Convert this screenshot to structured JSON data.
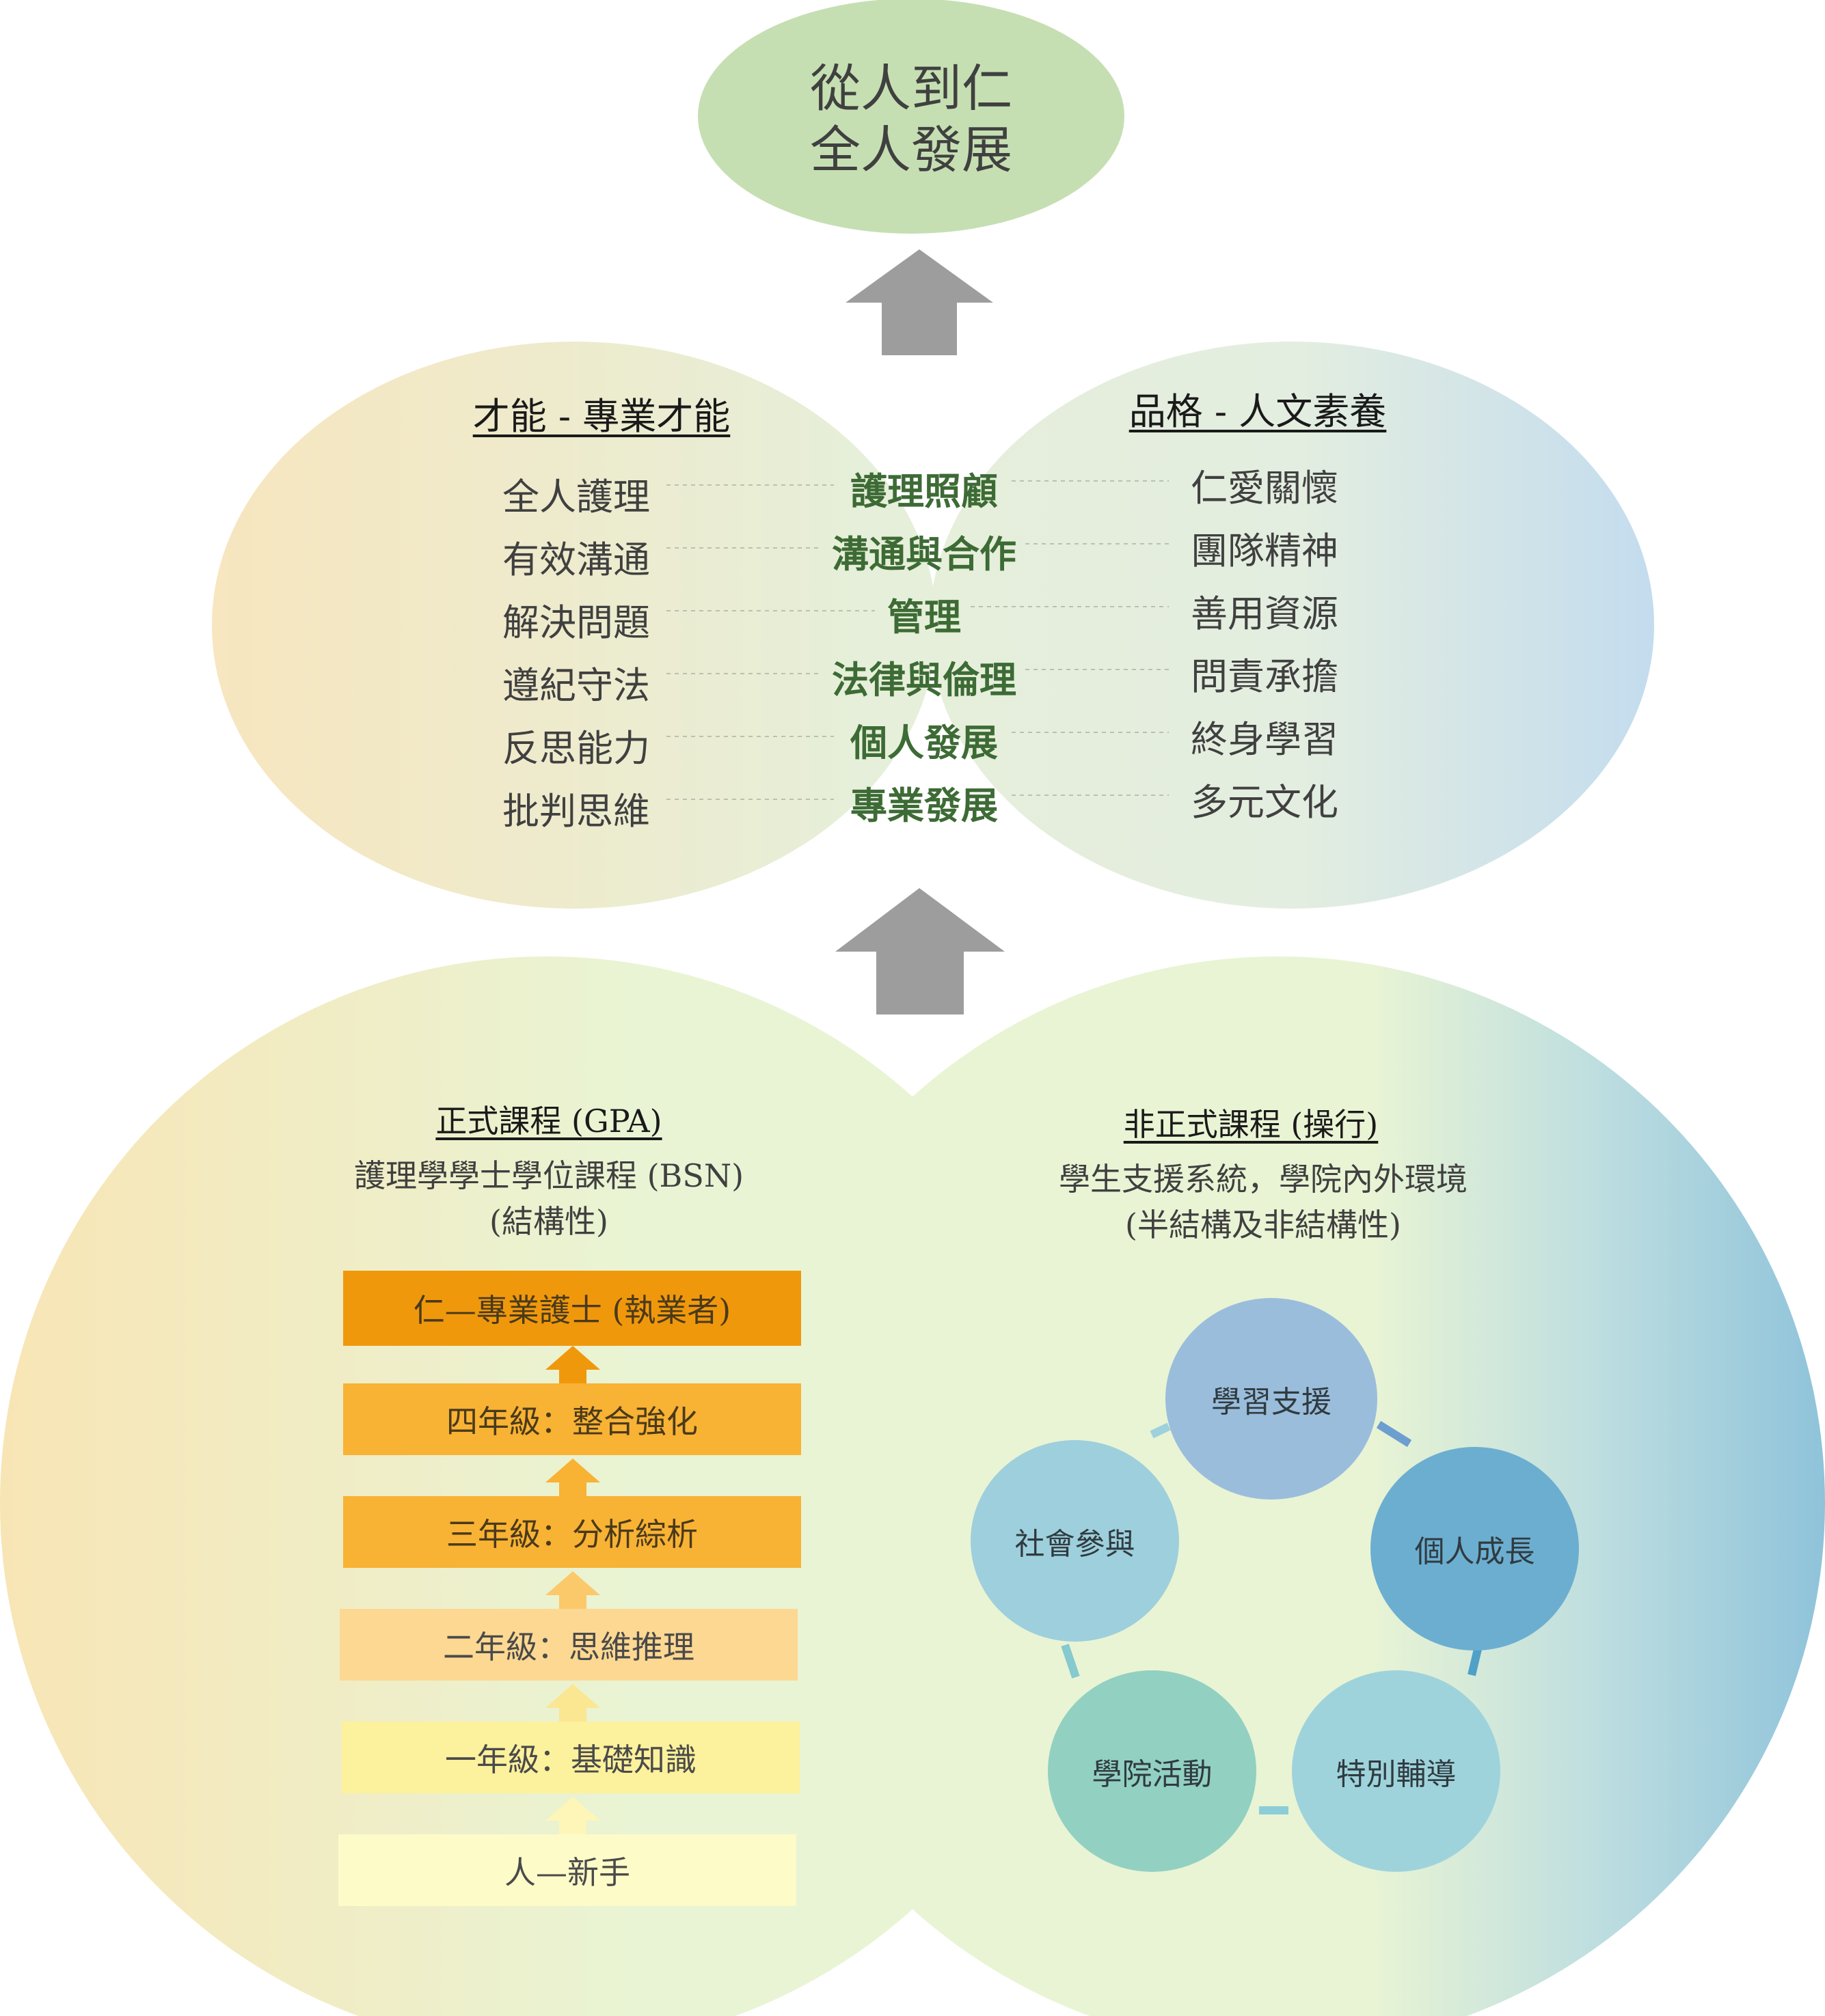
{
  "colors": {
    "top_oval": "#c5dfb2",
    "mid_left": "#f7e6bf",
    "mid_center": "#e6efd9",
    "mid_right": "#c3dcee",
    "bottom_left": "#f8e5b5",
    "bottom_center": "#e9f4d4",
    "bottom_right": "#8fc3da",
    "arrow": "#9d9d9d",
    "center_value_text": "#3d6b35",
    "bar_top": "#f0980c",
    "bar_year4": "#f8b234",
    "bar_year3": "#f8b234",
    "bar_year2": "#fdd892",
    "bar_year1": "#fcf19c",
    "bar_novice": "#fdfbc8",
    "circle_study": "#9bbddc",
    "circle_personal": "#6caed0",
    "circle_special": "#9fd3dc",
    "circle_activity": "#92d0c2",
    "circle_social": "#9ecfdc"
  },
  "top": {
    "line1": "從人到仁",
    "line2": "全人發展"
  },
  "middle": {
    "left_heading": "才能 - 專業才能",
    "right_heading": "品格 - 人文素養",
    "rows": [
      {
        "left": "全人護理",
        "center": "護理照顧",
        "right": "仁愛關懷"
      },
      {
        "left": "有效溝通",
        "center": "溝通與合作",
        "right": "團隊精神"
      },
      {
        "left": "解決問題",
        "center": "管理",
        "right": "善用資源"
      },
      {
        "left": "遵紀守法",
        "center": "法律與倫理",
        "right": "問責承擔"
      },
      {
        "left": "反思能力",
        "center": "個人發展",
        "right": "終身學習"
      },
      {
        "left": "批判思維",
        "center": "專業發展",
        "right": "多元文化"
      }
    ]
  },
  "formal": {
    "heading": "正式課程 (GPA)",
    "line1": "護理學學士學位課程 (BSN)",
    "line2": "(結構性)",
    "stages": [
      {
        "label": "仁—專業護士 (執業者)"
      },
      {
        "label": "四年級：整合強化"
      },
      {
        "label": "三年級：分析綜析"
      },
      {
        "label": "二年級：思維推理"
      },
      {
        "label": "一年級：基礎知識"
      },
      {
        "label": "人—新手"
      }
    ]
  },
  "informal": {
    "heading": "非正式課程 (操行)",
    "line1": "學生支援系統，學院內外環境",
    "line2": "(半結構及非結構性)",
    "cycle": [
      {
        "label": "學習支援"
      },
      {
        "label": "個人成長"
      },
      {
        "label": "特別輔導"
      },
      {
        "label": "學院活動"
      },
      {
        "label": "社會參與"
      }
    ]
  }
}
